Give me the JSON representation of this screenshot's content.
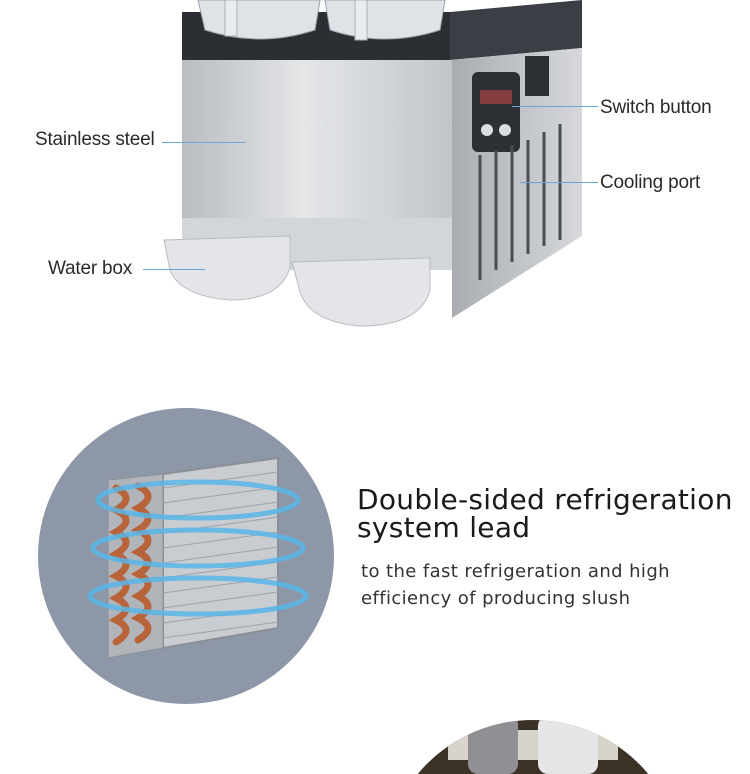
{
  "callouts": {
    "stainless_steel": "Stainless steel",
    "water_box": "Water box",
    "switch_button": "Switch button",
    "cooling_port": "Cooling port"
  },
  "feature": {
    "title_line1": "Double-sided refrigeration",
    "title_line2": "system lead",
    "desc_line1": "to the fast refrigeration and high",
    "desc_line2": "efficiency of producing slush"
  },
  "colors": {
    "leader_line": "#6aa6d6",
    "circle_bg": "#8d97a8",
    "steel": "#c9ccd0",
    "copper": "#b8643a"
  }
}
